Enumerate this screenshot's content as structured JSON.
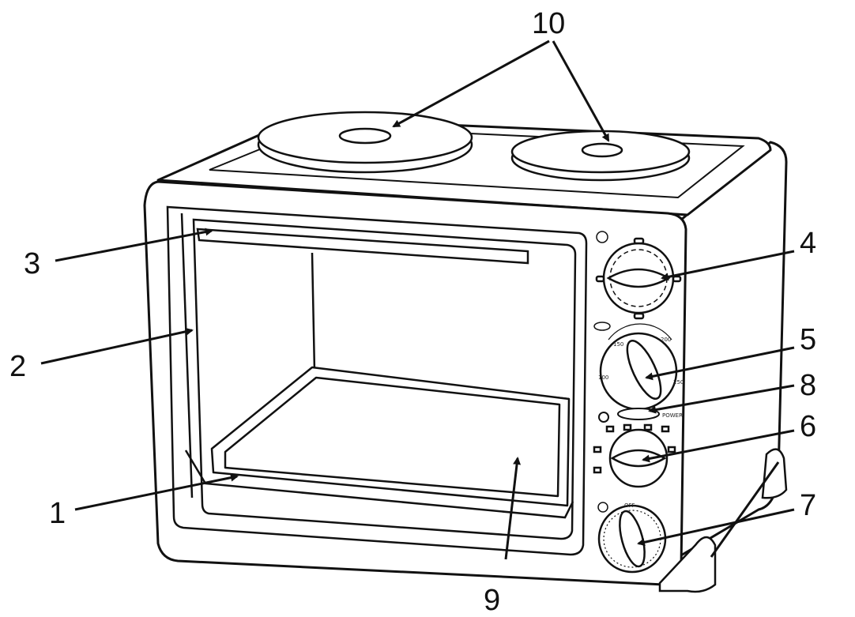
{
  "diagram": {
    "callouts": [
      {
        "id": "1",
        "label": "1"
      },
      {
        "id": "2",
        "label": "2"
      },
      {
        "id": "3",
        "label": "3"
      },
      {
        "id": "4",
        "label": "4"
      },
      {
        "id": "5",
        "label": "5"
      },
      {
        "id": "6",
        "label": "6"
      },
      {
        "id": "7",
        "label": "7"
      },
      {
        "id": "8",
        "label": "8"
      },
      {
        "id": "9",
        "label": "9"
      },
      {
        "id": "10",
        "label": "10"
      }
    ],
    "panel_marks": {
      "temp_low": "100",
      "temp_mid": "150",
      "temp_high": "200",
      "temp_max": "250",
      "power_label": "POWER",
      "timer_off": "OFF"
    },
    "colors": {
      "line": "#111111",
      "background": "#ffffff",
      "surface": "#ffffff"
    }
  }
}
